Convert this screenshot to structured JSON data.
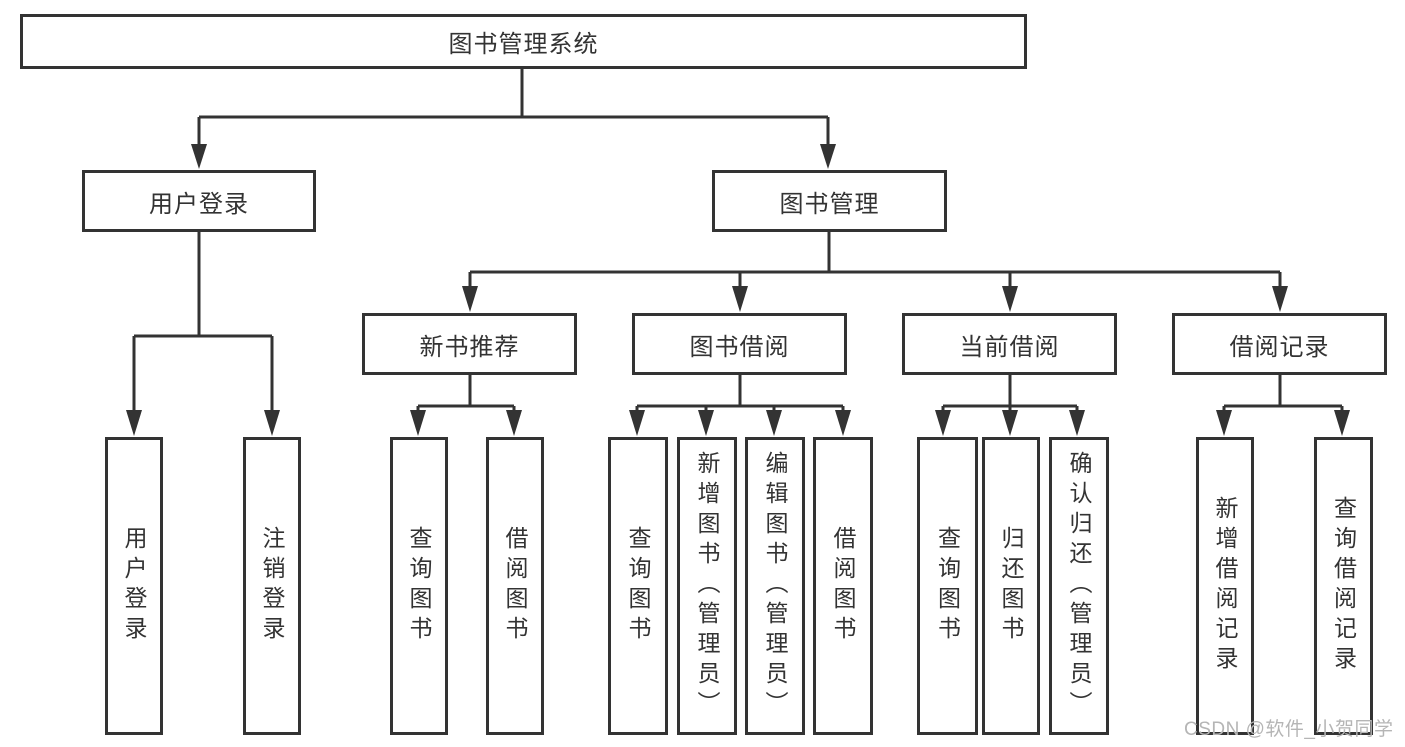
{
  "colors": {
    "line": "#333333",
    "text": "#333333",
    "box_background": "#ffffff",
    "page_background": "#ffffff",
    "watermark": "#b5b5b5"
  },
  "tree": {
    "root": {
      "label": "图书管理系统"
    },
    "branches": [
      {
        "label": "用户登录",
        "children": [
          {
            "label": "用户登录"
          },
          {
            "label": "注销登录"
          }
        ]
      },
      {
        "label": "图书管理",
        "children": [
          {
            "label": "新书推荐",
            "children": [
              {
                "label": "查询图书"
              },
              {
                "label": "借阅图书"
              }
            ]
          },
          {
            "label": "图书借阅",
            "children": [
              {
                "label": "查询图书"
              },
              {
                "label": "新增图书（管理员）"
              },
              {
                "label": "编辑图书（管理员）"
              },
              {
                "label": "借阅图书"
              }
            ]
          },
          {
            "label": "当前借阅",
            "children": [
              {
                "label": "查询图书"
              },
              {
                "label": "归还图书"
              },
              {
                "label": "确认归还（管理员）"
              }
            ]
          },
          {
            "label": "借阅记录",
            "children": [
              {
                "label": "新增借阅记录"
              },
              {
                "label": "查询借阅记录"
              }
            ]
          }
        ]
      }
    ]
  },
  "watermark": {
    "text": "CSDN @软件_小贺同学"
  }
}
